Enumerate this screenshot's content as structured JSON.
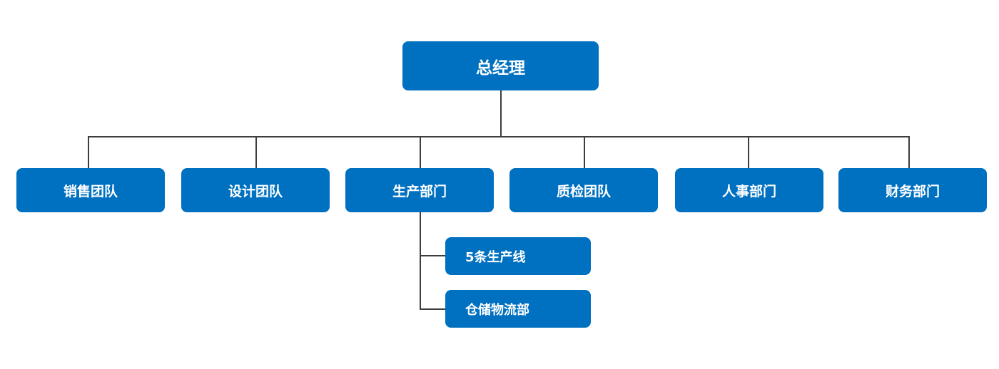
{
  "diagram": {
    "root": {
      "label": "总经理"
    },
    "departments": [
      {
        "label": "销售团队"
      },
      {
        "label": "设计团队"
      },
      {
        "label": "生产部门"
      },
      {
        "label": "质检团队"
      },
      {
        "label": "人事部门"
      },
      {
        "label": "财务部门"
      }
    ],
    "production_sub_units": [
      {
        "label": "5条生产线"
      },
      {
        "label": "仓储物流部"
      }
    ],
    "colors": {
      "node_fill": "#0070c0",
      "node_text": "#ffffff",
      "connector": "#3d3d3d"
    }
  }
}
